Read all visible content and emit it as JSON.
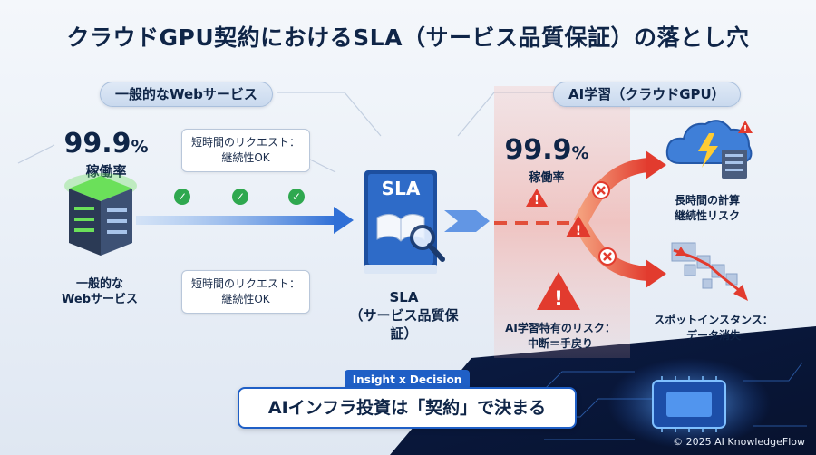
{
  "title": "クラウドGPU契約におけるSLA（サービス品質保証）の落とし穴",
  "left": {
    "section": "一般的なWebサービス",
    "stat_value": "99.9",
    "stat_unit": "%",
    "stat_label": "稼働率",
    "callout_top_line1": "短時間のリクエスト：",
    "callout_top_line2": "継続性OK",
    "callout_bottom_line1": "短時間のリクエスト：",
    "callout_bottom_line2": "継続性OK",
    "server_caption_line1": "一般的な",
    "server_caption_line2": "Webサービス"
  },
  "center": {
    "book_label": "SLA",
    "caption_line1": "SLA",
    "caption_line2": "（サービス品質保証）"
  },
  "right": {
    "section": "AI学習（クラウドGPU）",
    "stat_value": "99.9",
    "stat_unit": "%",
    "stat_label": "稼働率",
    "risk_line1": "AI学習特有のリスク：",
    "risk_line2": "中断＝手戻り",
    "cloud_caption_line1": "長時間の計算",
    "cloud_caption_line2": "継続性リスク",
    "spot_caption_line1": "スポットインスタンス：",
    "spot_caption_line2": "データ消失"
  },
  "insight": {
    "badge": "Insight x Decision",
    "headline": "AIインフラ投資は「契約」で決まる"
  },
  "footer": "© 2025 AI KnowledgeFlow",
  "colors": {
    "navy": "#0f2547",
    "blue_flow": "#2f6fd6",
    "risk_red": "#e23b2e",
    "check_green": "#2fa84f",
    "gpu_green": "#6be05a"
  }
}
